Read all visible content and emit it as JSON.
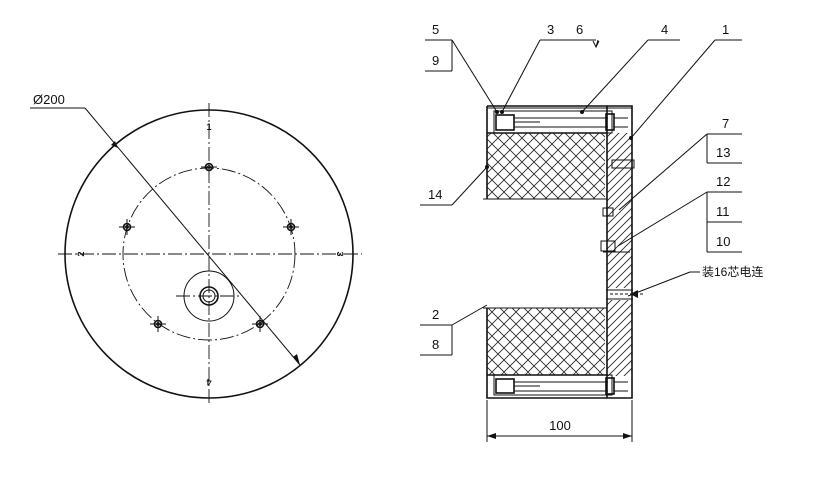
{
  "front_view": {
    "diameter_label": "Ø200",
    "pole_marks": [
      "1",
      "2",
      "3",
      "4"
    ]
  },
  "section_view": {
    "width_label": "100",
    "connector_note": "装16芯电连",
    "callouts": {
      "c1": "1",
      "c2": "2",
      "c3": "3",
      "c4": "4",
      "c5": "5",
      "c6": "6",
      "c7": "7",
      "c8": "8",
      "c9": "9",
      "c10": "10",
      "c11": "11",
      "c12": "12",
      "c13": "13",
      "c14": "14"
    }
  }
}
